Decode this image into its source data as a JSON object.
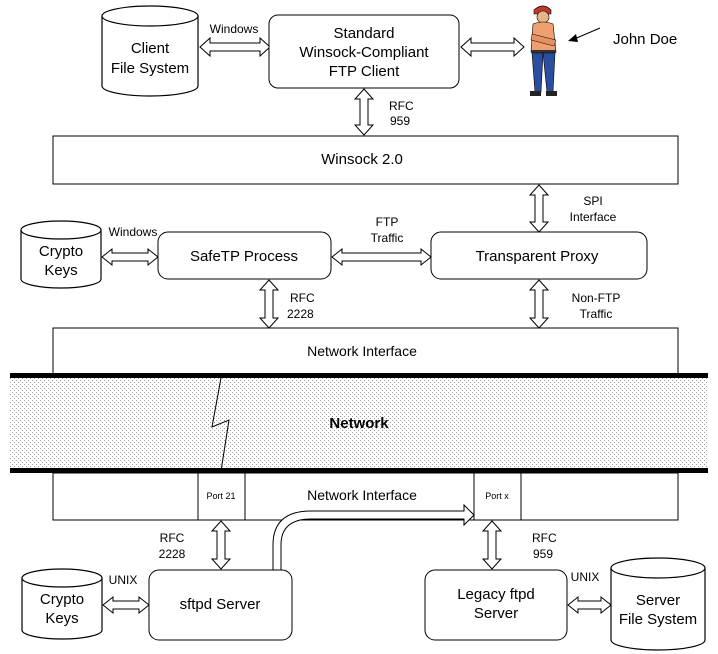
{
  "nodes": {
    "client_fs": [
      "Client",
      "File System"
    ],
    "ftp_client": [
      "Standard",
      "Winsock-Compliant",
      "FTP Client"
    ],
    "john_doe": "John Doe",
    "winsock": "Winsock 2.0",
    "crypto_keys_top": [
      "Crypto",
      "Keys"
    ],
    "safetp_process": "SafeTP Process",
    "transparent_proxy": "Transparent Proxy",
    "network_interface_top": "Network Interface",
    "network": "Network",
    "network_interface_bottom": "Network Interface",
    "port21": "Port 21",
    "portx": "Port x",
    "crypto_keys_bottom": [
      "Crypto",
      "Keys"
    ],
    "sftpd_server": "sftpd Server",
    "legacy_ftpd": [
      "Legacy ftpd",
      "Server"
    ],
    "server_fs": [
      "Server",
      "File System"
    ]
  },
  "edges": {
    "fs_client_label": "Windows",
    "rfc959_top": [
      "RFC",
      "959"
    ],
    "spi": [
      "SPI",
      "Interface"
    ],
    "crypto_top_label": "Windows",
    "ftp_traffic": [
      "FTP",
      "Traffic"
    ],
    "rfc2228_top": [
      "RFC",
      "2228"
    ],
    "non_ftp": [
      "Non-FTP",
      "Traffic"
    ],
    "rfc2228_bottom": [
      "RFC",
      "2228"
    ],
    "rfc959_bottom": [
      "RFC",
      "959"
    ],
    "unix_left": "UNIX",
    "unix_right": "UNIX"
  }
}
